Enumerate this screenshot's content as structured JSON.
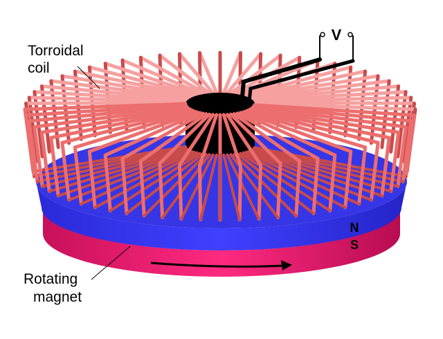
{
  "labels": {
    "coil": [
      "Torroidal",
      "coil"
    ],
    "magnet": [
      "Rotating",
      "magnet"
    ],
    "north": "N",
    "south": "S",
    "voltage": "V"
  },
  "colors": {
    "winding": "#ec6e6e",
    "winding_dark": "#c84b4b",
    "winding_light": "#f6a0a0",
    "north_pole": "#3434f0",
    "north_top": "#3a3ae8",
    "south_pole": "#e0206e",
    "core_hole": "#000000"
  },
  "coil": {
    "winding_count": 60
  }
}
